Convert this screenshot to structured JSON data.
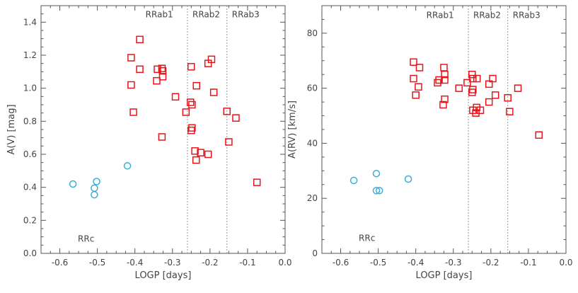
{
  "chart_data": [
    {
      "type": "scatter",
      "xlabel": "LOGP [days]",
      "ylabel": "A(V) [mag]",
      "xlim": [
        -0.65,
        0.0
      ],
      "ylim": [
        0.0,
        1.5
      ],
      "xticks": [
        -0.6,
        -0.5,
        -0.4,
        -0.3,
        -0.2,
        -0.1,
        0.0
      ],
      "xtick_labels": [
        "-0.6",
        "-0.5",
        "-0.4",
        "-0.3",
        "-0.2",
        "-0.1",
        "0.0"
      ],
      "yticks": [
        0.0,
        0.2,
        0.4,
        0.6,
        0.8,
        1.0,
        1.2,
        1.4
      ],
      "ytick_labels": [
        "0.0",
        "0.2",
        "0.4",
        "0.6",
        "0.8",
        "1.0",
        "1.2",
        "1.4"
      ],
      "grid": false,
      "vertical_lines": [
        -0.26,
        -0.155
      ],
      "annotations": [
        {
          "text": "RRab1",
          "x": -0.335,
          "y": 1.43
        },
        {
          "text": "RRab2",
          "x": -0.21,
          "y": 1.43
        },
        {
          "text": "RRab3",
          "x": -0.105,
          "y": 1.43
        },
        {
          "text": "RRc",
          "x": -0.53,
          "y": 0.07
        }
      ],
      "series": [
        {
          "marker": "circle",
          "color": "#3aaed8",
          "points": [
            [
              -0.565,
              0.42
            ],
            [
              -0.508,
              0.395
            ],
            [
              -0.508,
              0.355
            ],
            [
              -0.502,
              0.435
            ],
            [
              -0.42,
              0.53
            ]
          ]
        },
        {
          "marker": "square",
          "color": "#e8141a",
          "points": [
            [
              -0.387,
              1.295
            ],
            [
              -0.41,
              1.185
            ],
            [
              -0.387,
              1.115
            ],
            [
              -0.41,
              1.02
            ],
            [
              -0.404,
              0.855
            ],
            [
              -0.34,
              1.115
            ],
            [
              -0.328,
              1.12
            ],
            [
              -0.326,
              1.105
            ],
            [
              -0.326,
              1.07
            ],
            [
              -0.342,
              1.045
            ],
            [
              -0.292,
              0.948
            ],
            [
              -0.328,
              0.705
            ],
            [
              -0.264,
              0.855
            ],
            [
              -0.25,
              1.13
            ],
            [
              -0.236,
              1.015
            ],
            [
              -0.252,
              0.915
            ],
            [
              -0.248,
              0.9
            ],
            [
              -0.248,
              0.76
            ],
            [
              -0.25,
              0.745
            ],
            [
              -0.24,
              0.62
            ],
            [
              -0.237,
              0.565
            ],
            [
              -0.225,
              0.61
            ],
            [
              -0.205,
              1.15
            ],
            [
              -0.196,
              1.175
            ],
            [
              -0.19,
              0.975
            ],
            [
              -0.205,
              0.6
            ],
            [
              -0.155,
              0.86
            ],
            [
              -0.131,
              0.82
            ],
            [
              -0.15,
              0.675
            ],
            [
              -0.075,
              0.43
            ]
          ]
        }
      ]
    },
    {
      "type": "scatter",
      "xlabel": "LOGP [days]",
      "ylabel": "A(RV) [km/s]",
      "xlim": [
        -0.65,
        0.0
      ],
      "ylim": [
        0,
        90
      ],
      "xticks": [
        -0.6,
        -0.5,
        -0.4,
        -0.3,
        -0.2,
        -0.1,
        0.0
      ],
      "xtick_labels": [
        "-0.6",
        "-0.5",
        "-0.4",
        "-0.3",
        "-0.2",
        "-0.1",
        "0.0"
      ],
      "yticks": [
        0,
        20,
        40,
        60,
        80
      ],
      "ytick_labels": [
        "0",
        "20",
        "40",
        "60",
        "80"
      ],
      "grid": false,
      "vertical_lines": [
        -0.26,
        -0.155
      ],
      "annotations": [
        {
          "text": "RRab1",
          "x": -0.335,
          "y": 85.5
        },
        {
          "text": "RRab2",
          "x": -0.21,
          "y": 85.5
        },
        {
          "text": "RRab3",
          "x": -0.105,
          "y": 85.5
        },
        {
          "text": "RRc",
          "x": -0.53,
          "y": 4.5
        }
      ],
      "series": [
        {
          "marker": "circle",
          "color": "#3aaed8",
          "points": [
            [
              -0.565,
              26.5
            ],
            [
              -0.505,
              29.0
            ],
            [
              -0.505,
              22.8
            ],
            [
              -0.497,
              22.8
            ],
            [
              -0.42,
              27.0
            ]
          ]
        },
        {
          "marker": "square",
          "color": "#e8141a",
          "points": [
            [
              -0.406,
              69.5
            ],
            [
              -0.39,
              67.5
            ],
            [
              -0.406,
              63.5
            ],
            [
              -0.393,
              60.5
            ],
            [
              -0.4,
              57.5
            ],
            [
              -0.342,
              62.0
            ],
            [
              -0.338,
              63.0
            ],
            [
              -0.325,
              67.5
            ],
            [
              -0.323,
              65.0
            ],
            [
              -0.323,
              63.0
            ],
            [
              -0.323,
              56.0
            ],
            [
              -0.327,
              54.0
            ],
            [
              -0.285,
              60.0
            ],
            [
              -0.263,
              62.0
            ],
            [
              -0.25,
              65.0
            ],
            [
              -0.248,
              63.5
            ],
            [
              -0.248,
              59.5
            ],
            [
              -0.25,
              58.5
            ],
            [
              -0.248,
              52.0
            ],
            [
              -0.237,
              63.5
            ],
            [
              -0.238,
              53.0
            ],
            [
              -0.24,
              51.0
            ],
            [
              -0.228,
              52.0
            ],
            [
              -0.205,
              61.5
            ],
            [
              -0.195,
              63.5
            ],
            [
              -0.188,
              57.5
            ],
            [
              -0.205,
              55.0
            ],
            [
              -0.155,
              56.5
            ],
            [
              -0.15,
              51.5
            ],
            [
              -0.128,
              60.0
            ],
            [
              -0.072,
              43.0
            ]
          ]
        }
      ]
    }
  ]
}
